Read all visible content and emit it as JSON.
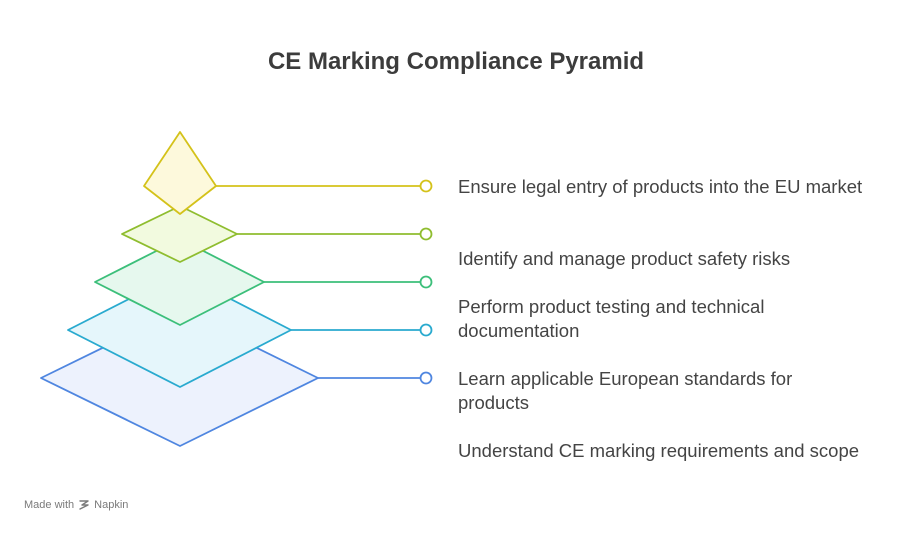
{
  "title": "CE Marking Compliance Pyramid",
  "levels": [
    {
      "label": "Ensure legal entry of products into the EU market",
      "stroke": "#d4c21a",
      "fill": "#fdf9dc"
    },
    {
      "label": "Identify and manage product safety risks",
      "stroke": "#8fbd2f",
      "fill": "#f2fadf"
    },
    {
      "label": "Perform product testing and technical documentation",
      "stroke": "#3cbf7a",
      "fill": "#e6f8ee"
    },
    {
      "label": "Learn applicable European standards for products",
      "stroke": "#29aacf",
      "fill": "#e5f6fb"
    },
    {
      "label": "Understand CE marking requirements and scope",
      "stroke": "#4f86e0",
      "fill": "#edf2fd"
    }
  ],
  "footer": {
    "made_with": "Made with",
    "brand": "Napkin",
    "icon": "napkin-logo-icon"
  }
}
